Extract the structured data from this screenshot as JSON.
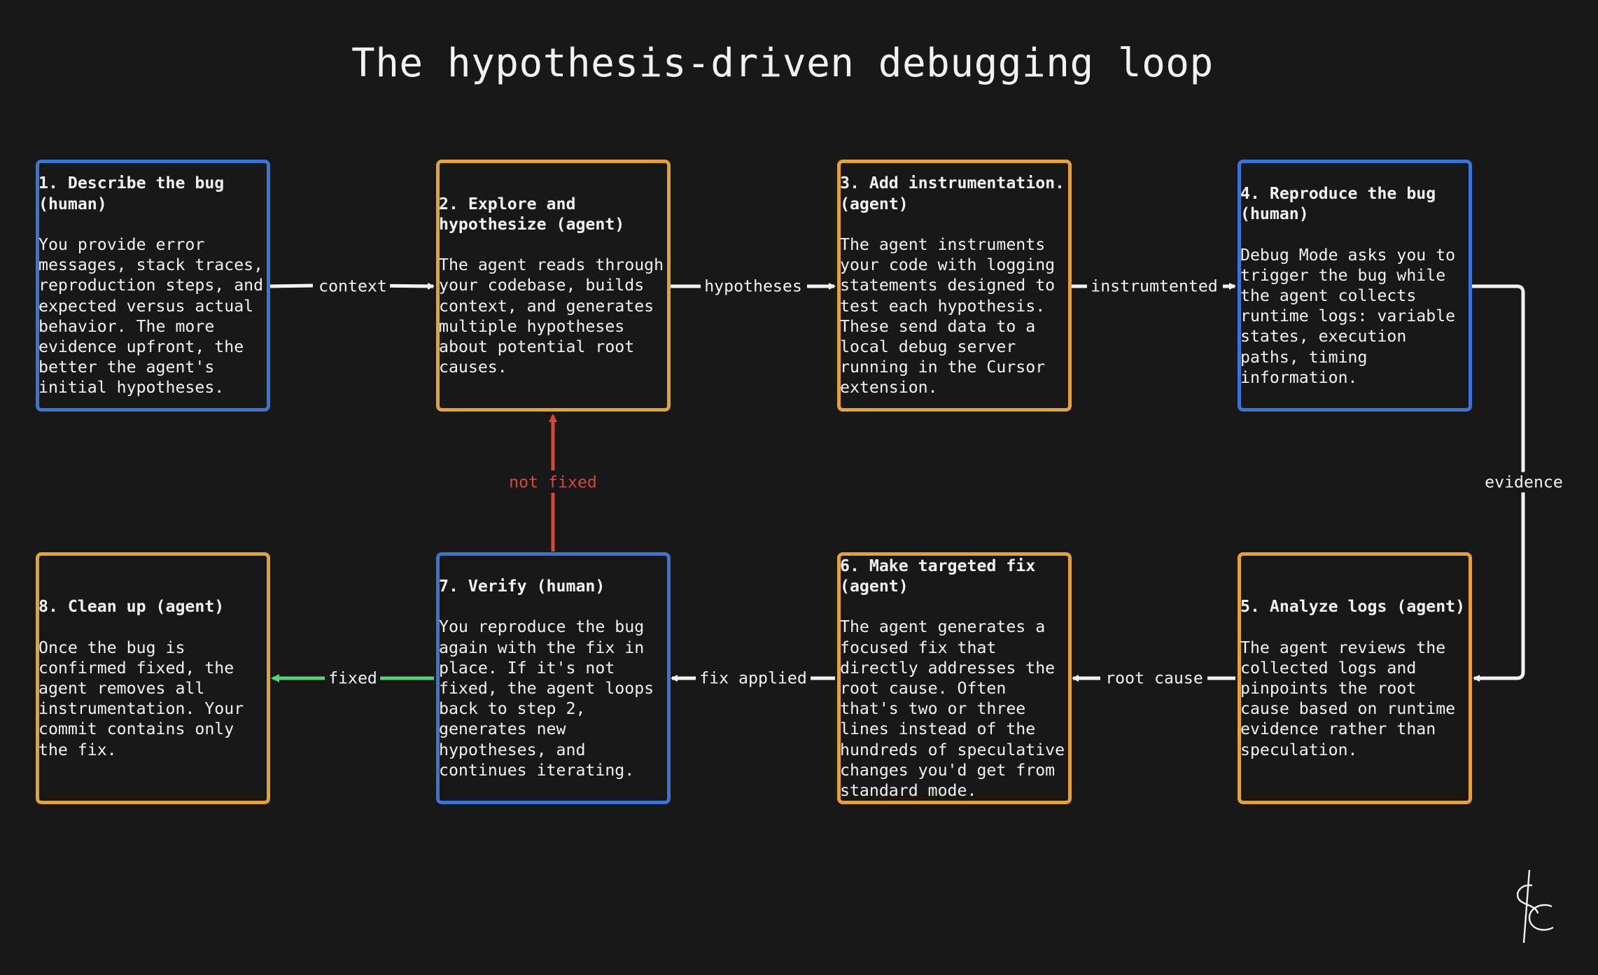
{
  "title": "The hypothesis-driven debugging loop",
  "colors": {
    "background": "#181818",
    "human_border": "#3b73d6",
    "agent_border": "#e2a13a",
    "text": "#f2f2f2",
    "not_fixed_arrow": "#d6483e",
    "fixed_arrow": "#5ccf78",
    "default_arrow": "#f2f2f2"
  },
  "steps": [
    {
      "title": "1. Describe the bug\n(human)",
      "body": "You provide error\nmessages, stack traces,\nreproduction steps, and\nexpected versus actual\nbehavior. The more\nevidence upfront, the\nbetter the agent's\ninitial hypotheses."
    },
    {
      "title": "2. Explore and\nhypothesize (agent)",
      "body": "The agent reads through\nyour codebase, builds\ncontext, and generates\nmultiple hypotheses\nabout potential root\ncauses."
    },
    {
      "title": "3. Add instrumentation.\n(agent)",
      "body": "The agent instruments\nyour code with logging\nstatements designed to\ntest each hypothesis.\nThese send data to a\nlocal debug server\nrunning in the Cursor\nextension."
    },
    {
      "title": "4. Reproduce the bug\n(human)",
      "body": "Debug Mode asks you to\ntrigger the bug while\nthe agent collects\nruntime logs: variable\nstates, execution\npaths, timing\ninformation."
    },
    {
      "title": "5. Analyze logs (agent)",
      "body": "The agent reviews the\ncollected logs and\npinpoints the root\ncause based on runtime\nevidence rather than\nspeculation."
    },
    {
      "title": "6. Make targeted fix\n(agent)",
      "body": "The agent generates a\nfocused fix that\ndirectly addresses the\nroot cause. Often\nthat's two or three\nlines instead of the\nhundreds of speculative\nchanges you'd get from\nstandard mode."
    },
    {
      "title": "7. Verify (human)",
      "body": "You reproduce the bug\nagain with the fix in\nplace. If it's not\nfixed, the agent loops\nback to step 2,\ngenerates new\nhypotheses, and\ncontinues iterating."
    },
    {
      "title": "8. Clean up (agent)",
      "body": "Once the bug is\nconfirmed fixed, the\nagent removes all\ninstrumentation. Your\ncommit contains only\nthe fix."
    }
  ],
  "edges": {
    "e1_2": "context",
    "e2_3": "hypotheses",
    "e3_4": "instrumtented",
    "e4_5": "evidence",
    "e5_6": "root cause",
    "e6_7": "fix applied",
    "e7_2": "not fixed",
    "e7_8": "fixed"
  }
}
